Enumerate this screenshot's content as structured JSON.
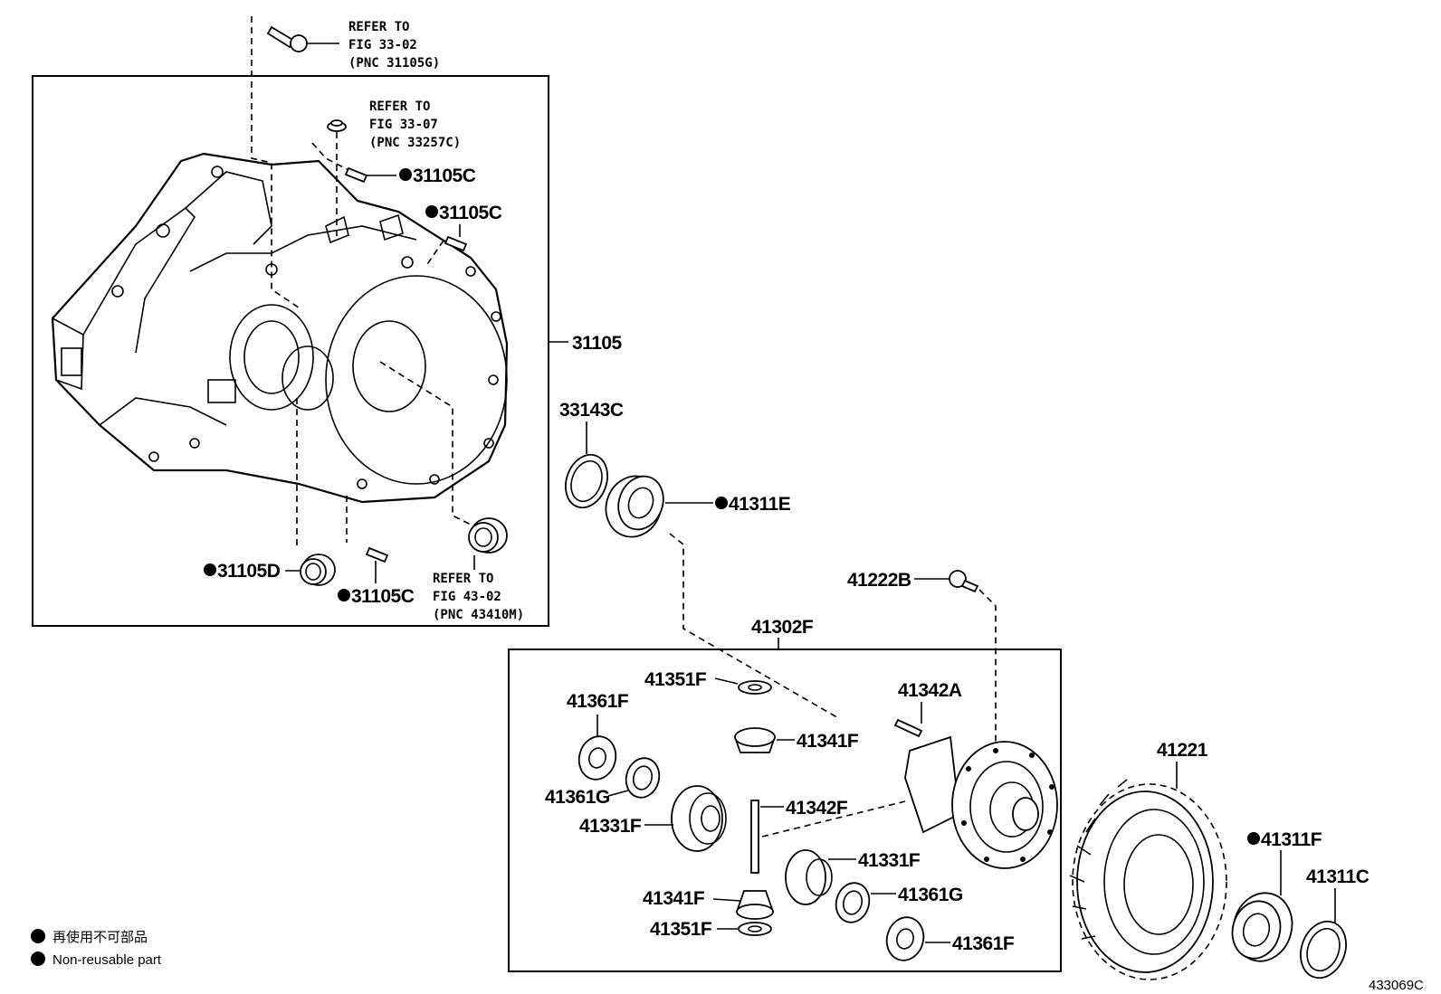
{
  "refs": {
    "ref1": {
      "line1": "REFER TO",
      "line2": "FIG 33-02",
      "line3": "(PNC 31105G)"
    },
    "ref2": {
      "line1": "REFER TO",
      "line2": "FIG 33-07",
      "line3": "(PNC 33257C)"
    },
    "ref3": {
      "line1": "REFER TO",
      "line2": "FIG 43-02",
      "line3": "(PNC 43410M)"
    }
  },
  "parts": {
    "p31105C_a": "31105C",
    "p31105C_b": "31105C",
    "p31105": "31105",
    "p31105D": "31105D",
    "p31105C_c": "31105C",
    "p33143C": "33143C",
    "p41311E": "41311E",
    "p41222B": "41222B",
    "p41302F": "41302F",
    "p41351F_a": "41351F",
    "p41361F_a": "41361F",
    "p41341F_a": "41341F",
    "p41342A": "41342A",
    "p41361G_a": "41361G",
    "p41331F_a": "41331F",
    "p41342F": "41342F",
    "p41331F_b": "41331F",
    "p41341F_b": "41341F",
    "p41361G_b": "41361G",
    "p41351F_b": "41351F",
    "p41361F_b": "41361F",
    "p41221": "41221",
    "p41311F": "41311F",
    "p41311C": "41311C"
  },
  "legend": {
    "jp": "再使用不可部品",
    "en": "Non-reusable part"
  },
  "figure_id": "433069C"
}
